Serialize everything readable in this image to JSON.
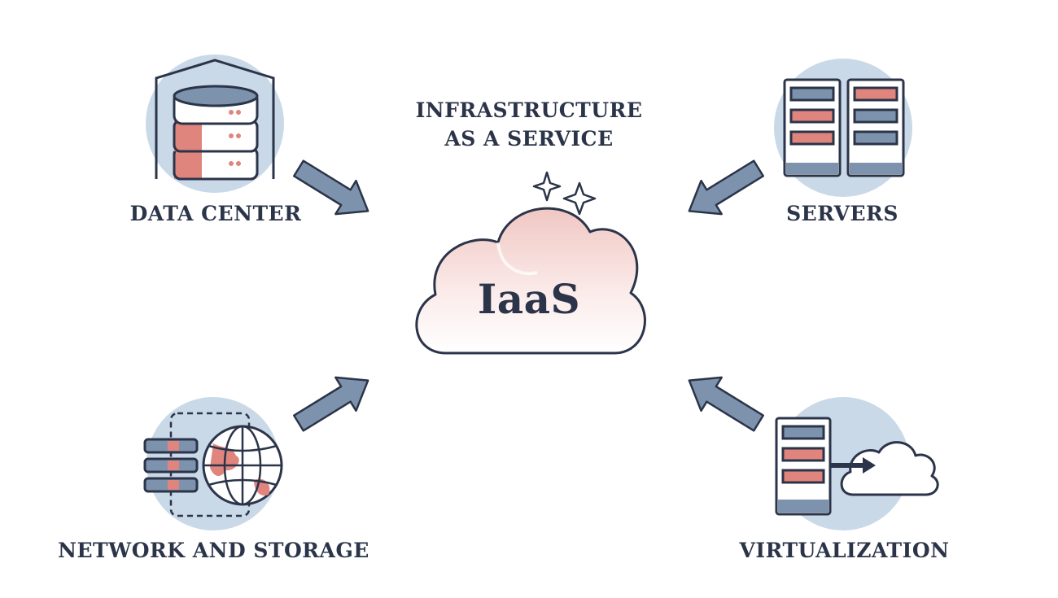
{
  "title": {
    "line1": "INFRASTRUCTURE",
    "line2": "AS A SERVICE"
  },
  "center": {
    "label": "IaaS"
  },
  "nodes": {
    "data_center": "DATA CENTER",
    "servers": "SERVERS",
    "network_storage": "NETWORK AND STORAGE",
    "virtualization": "VIRTUALIZATION"
  },
  "colors": {
    "ink": "#2b3449",
    "circle_bg": "#c9d9e8",
    "accent_red": "#e0857d",
    "slate": "#7d93ad",
    "cloud_pink": "#f2d3d0"
  }
}
